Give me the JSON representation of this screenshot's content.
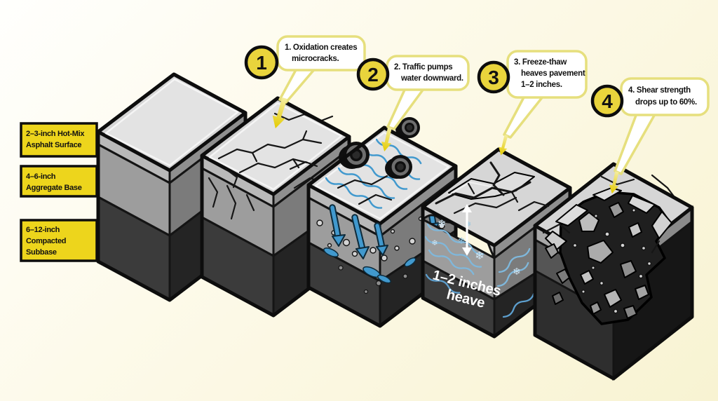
{
  "colors": {
    "label_yellow": "#edd51c",
    "badge_yellow": "#e9d43c",
    "bubble_border": "#e6df7d",
    "arrow_yellow": "#e4cb00",
    "water_blue": "#4199ce",
    "ice_blue": "#7fb8dc"
  },
  "icons": {
    "snowflake": "❄"
  },
  "layer_labels": {
    "surface": {
      "line1": "2–3-inch Hot-Mix",
      "line2": "Asphalt Surface"
    },
    "base": {
      "line1": "4–6-inch",
      "line2": "Aggregate Base"
    },
    "subbase": {
      "line1": "6–12-inch",
      "line2": "Compacted",
      "line3": "Subbase"
    }
  },
  "callouts": {
    "c1": {
      "num": "1",
      "line1": "1. Oxidation creates",
      "line2": "microcracks."
    },
    "c2": {
      "num": "2",
      "line1": "2. Traffic pumps",
      "line2": "water downward."
    },
    "c3": {
      "num": "3",
      "line1": "3. Freeze-thaw",
      "line2": "heaves pavement",
      "line3": "1–2 inches."
    },
    "c4": {
      "num": "4",
      "line1": "4. Shear strength",
      "line2": "drops up to 60%."
    }
  },
  "heave_annotation": {
    "line1": "1–2 inches",
    "line2": "heave"
  }
}
